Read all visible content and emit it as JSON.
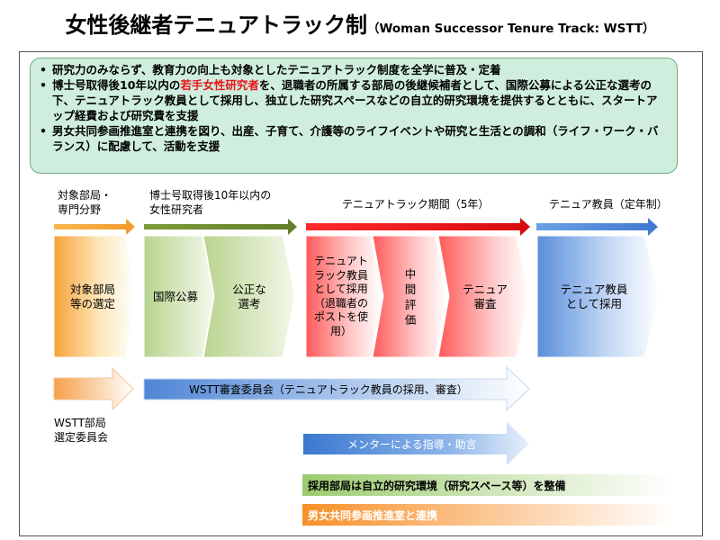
{
  "title": {
    "main": "女性後継者テニュアトラック制",
    "sub": "（Woman Successor Tenure Track: WSTT）"
  },
  "summary": {
    "items": [
      {
        "text": "研究力のみならず、教育力の向上も対象としたテニュアトラック制度を全学に普及・定着"
      },
      {
        "before": "博士号取得後10年以内の",
        "highlight": "若手女性研究者",
        "after": "を、退職者の所属する部局の後継候補者として、国際公募による公正な選考の下、テニュアトラック教員として採用し、独立した研究スペースなどの自立的研究環境を提供するとともに、スタートアップ経費および研究費を支援"
      },
      {
        "text": "男女共同参画推進室と連携を図り、出産、子育て、介護等のライフイベントや研究と生活との調和（ライフ・ワーク・バランス）に配慮して、活動を支援"
      }
    ]
  },
  "phases": {
    "target": "対象部局・\n専門分野",
    "researcher": "博士号取得後10年以内の\n女性研究者",
    "tenure_track": "テニュアトラック期間（5年）",
    "tenured": "テニュア教員（定年制）"
  },
  "steps": {
    "select": "対象部局\n等の選定",
    "recruit": "国際公募",
    "review": "公正な\n選考",
    "hire": "テニュアト\nラック教員\nとして採用\n（退職者の\nポストを使\n用）",
    "midterm": "中\n間\n評\n価",
    "tenure_review": "テニュア\n審査",
    "tenure_hire": "テニュア教員\nとして採用"
  },
  "committees": {
    "dept_selection": "WSTT部局\n選定委員会",
    "review_committee": "WSTT審査委員会（テニュアトラック教員の採用、審査）",
    "mentor": "メンターによる指導・助言"
  },
  "support_bars": {
    "environment": "採用部局は自立的研究環境（研究スペース等）を整備",
    "gender_office": "男女共同参画推進室と連携"
  },
  "colors": {
    "orange": "#f39a2e",
    "olive": "#6f8f2f",
    "red": "#e40e12",
    "blue": "#4a86d8",
    "summary_bg": "#cfeedd"
  }
}
